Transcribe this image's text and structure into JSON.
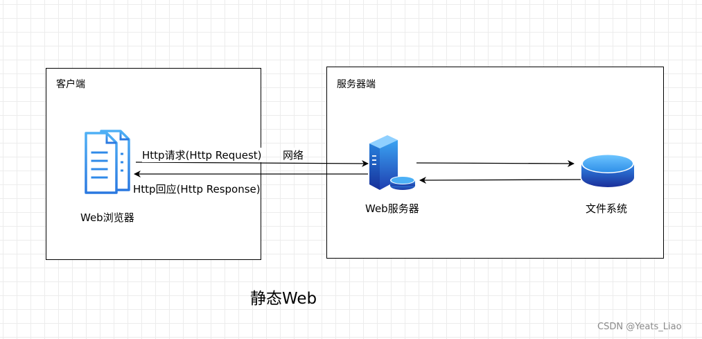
{
  "client": {
    "title": "客户端",
    "browser_label": "Web浏览器",
    "request_label": "Http请求(Http Request)",
    "response_label": "Http回应(Http Response)"
  },
  "network_label": "网络",
  "server": {
    "title": "服务器端",
    "web_server_label": "Web服务器",
    "file_system_label": "文件系统"
  },
  "caption": "静态Web",
  "watermark": "CSDN @Yeats_Liao",
  "icons": {
    "browser": "document-pages-icon",
    "web_server": "server-tower-icon",
    "file_system": "database-cylinder-icon"
  },
  "colors": {
    "icon_blue_light": "#3fa0f0",
    "icon_blue_dark": "#1a3aa8",
    "line": "#000000"
  }
}
